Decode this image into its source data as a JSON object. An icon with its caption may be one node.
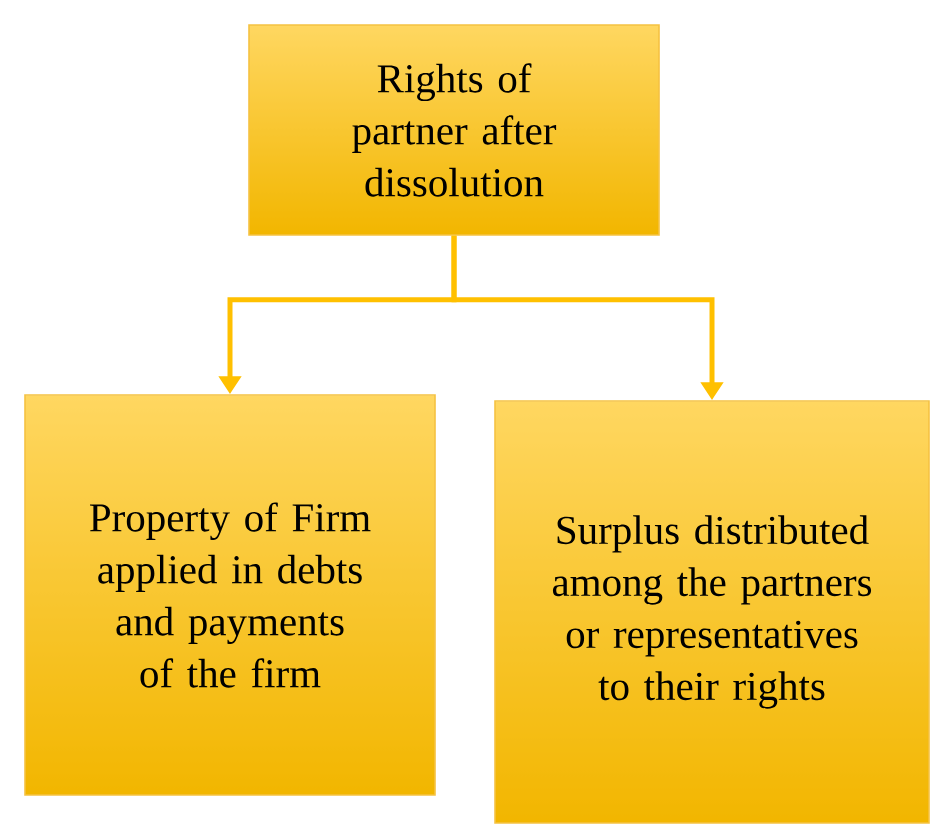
{
  "diagram": {
    "nodes": [
      {
        "text": [
          "Rights of partner after dissolution"
        ]
      },
      {
        "text": [
          "Property of Firm applied in debts and payments of the firm"
        ]
      },
      {
        "text": [
          "Surplus distributed among the partners or representatives to their rights"
        ]
      }
    ],
    "edges": [
      {
        "from": 0,
        "to": 1,
        "arrow": "to"
      },
      {
        "from": 0,
        "to": 2,
        "arrow": "to"
      }
    ]
  }
}
